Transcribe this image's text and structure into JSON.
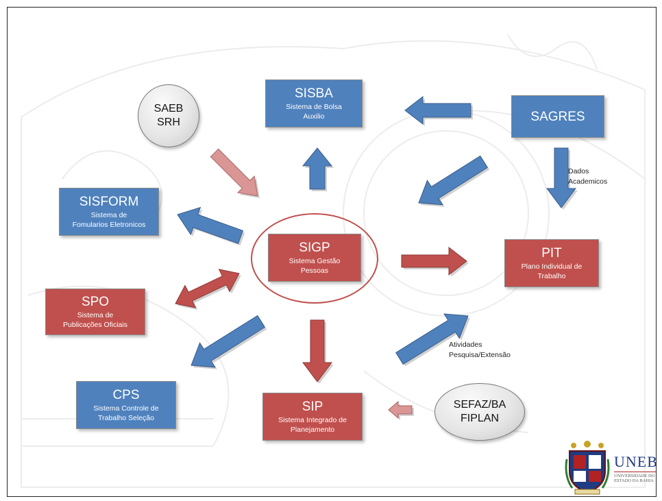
{
  "nodes": {
    "sisba": {
      "title": "SISBA",
      "line1": "Sistema de Bolsa",
      "line2": "Auxilio"
    },
    "sagres": {
      "title": "SAGRES"
    },
    "saeb": {
      "title": "SAEB",
      "line1": "SRH"
    },
    "sisform": {
      "title": "SISFORM",
      "line1": "Sistema de",
      "line2": "Fomularios Eletronicos"
    },
    "sigp": {
      "title": "SIGP",
      "line1": "Sistema Gestão",
      "line2": "Pessoas"
    },
    "pit": {
      "title": "PIT",
      "line1": "Plano Individual de",
      "line2": "Trabalho"
    },
    "spo": {
      "title": "SPO",
      "line1": "Sistema de",
      "line2": "Publicações Oficiais"
    },
    "cps": {
      "title": "CPS",
      "line1": "Sistema Controle de",
      "line2": "Trabalho Seleção"
    },
    "sip": {
      "title": "SIP",
      "line1": "Sistema Integrado de",
      "line2": "Planejamento"
    },
    "sefaz": {
      "title": "SEFAZ/BA",
      "line1": "FIPLAN"
    }
  },
  "labels": {
    "dados_line1": "Dados",
    "dados_line2": "Academicos",
    "ativ_line1": "Atividades",
    "ativ_line2": "Pesquisa/Extensão"
  },
  "logo": {
    "name": "UNEB",
    "sub_line1": "UNIVERSIDADE DO",
    "sub_line2": "ESTADO DA BAHIA"
  },
  "colors": {
    "blue": "#4f81bd",
    "red": "#c0504d",
    "pink": "#d99694",
    "ring": "#c0504d"
  }
}
